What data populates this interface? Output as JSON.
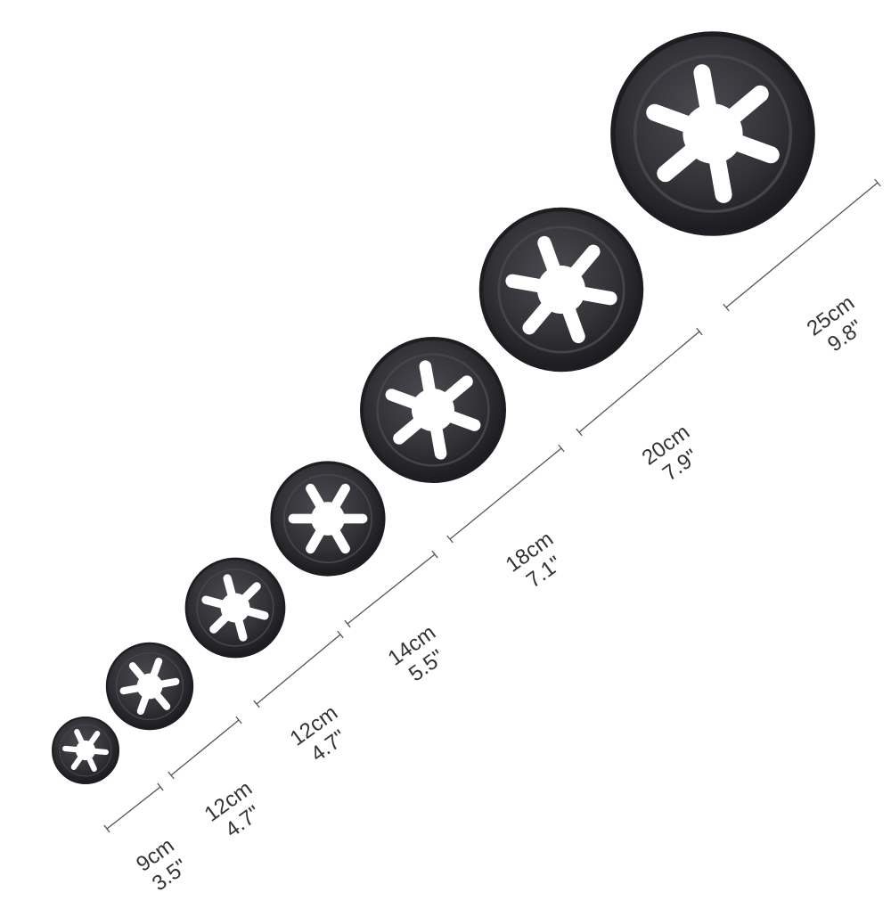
{
  "washers": [
    {
      "cm": "9cm",
      "inch": "3.5\"",
      "arms": 6
    },
    {
      "cm": "12cm",
      "inch": "4.7\"",
      "arms": 6
    },
    {
      "cm": "12cm",
      "inch": "4.7\"",
      "arms": 6
    },
    {
      "cm": "14cm",
      "inch": "5.5\"",
      "arms": 6
    },
    {
      "cm": "18cm",
      "inch": "7.1\"",
      "arms": 6
    },
    {
      "cm": "20cm",
      "inch": "7.9\"",
      "arms": 6
    },
    {
      "cm": "25cm",
      "inch": "9.8\"",
      "arms": 6
    }
  ],
  "colors": {
    "background": "#ffffff",
    "washer": "#2f2f33",
    "washer_rim": "#1e1e22",
    "line": "#555555",
    "text": "#333333"
  }
}
